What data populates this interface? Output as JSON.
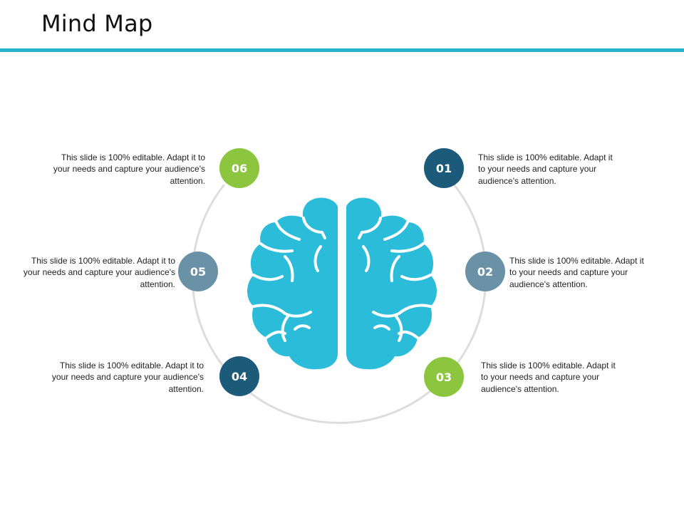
{
  "slide": {
    "title": "Mind Map"
  },
  "colors": {
    "accent": "#2ab3cf",
    "brain": "#2bbcd9",
    "green": "#8cc63f",
    "navy": "#1b5a79",
    "slate": "#6a91a6",
    "ring": "#dddddd"
  },
  "center_icon": "brain-icon",
  "nodes": [
    {
      "number": "01",
      "text": "This slide is 100% editable. Adapt it to your needs and capture your audience's attention."
    },
    {
      "number": "02",
      "text": "This slide is 100% editable. Adapt it to your needs and capture your audience's attention."
    },
    {
      "number": "03",
      "text": "This slide is 100% editable. Adapt it to your needs and capture your audience's attention."
    },
    {
      "number": "04",
      "text": "This slide is 100% editable. Adapt it to your needs and capture your audience's attention."
    },
    {
      "number": "05",
      "text": "This slide is 100% editable. Adapt it to your needs and capture your audience's attention."
    },
    {
      "number": "06",
      "text": "This slide is 100% editable. Adapt it to your needs and capture your audience's attention."
    }
  ]
}
